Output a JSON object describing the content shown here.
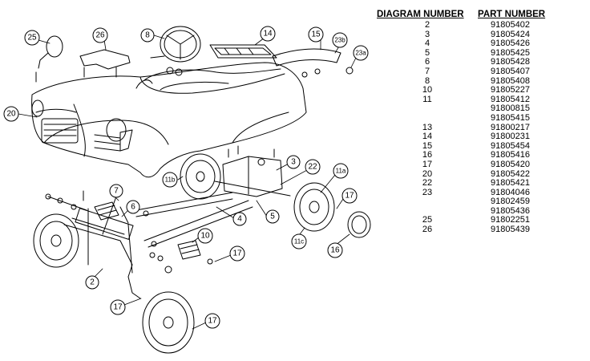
{
  "table": {
    "headers": {
      "diagram": "DIAGRAM  NUMBER",
      "part": "PART NUMBER"
    },
    "rows": [
      {
        "diagram": "2",
        "part": "91805402"
      },
      {
        "diagram": "3",
        "part": "91805424"
      },
      {
        "diagram": "4",
        "part": "91805426"
      },
      {
        "diagram": "5",
        "part": "91805425"
      },
      {
        "diagram": "6",
        "part": "91805428"
      },
      {
        "diagram": "7",
        "part": "91805407"
      },
      {
        "diagram": "8",
        "part": "91805408"
      },
      {
        "diagram": "10",
        "part": "91805227"
      },
      {
        "diagram": "11",
        "part": "91805412"
      },
      {
        "diagram": "",
        "part": "91800815"
      },
      {
        "diagram": "",
        "part": "91805415"
      },
      {
        "diagram": "13",
        "part": "91800217"
      },
      {
        "diagram": "14",
        "part": "91800231"
      },
      {
        "diagram": "15",
        "part": "91805454"
      },
      {
        "diagram": "16",
        "part": "91805416"
      },
      {
        "diagram": "17",
        "part": "91805420"
      },
      {
        "diagram": "20",
        "part": "91805422"
      },
      {
        "diagram": "22",
        "part": "91805421"
      },
      {
        "diagram": "23",
        "part": "91804046"
      },
      {
        "diagram": "",
        "part": "91802459"
      },
      {
        "diagram": "",
        "part": "91805436"
      },
      {
        "diagram": "25",
        "part": "91802251"
      },
      {
        "diagram": "26",
        "part": "91805439"
      }
    ]
  },
  "callouts": {
    "c25": "25",
    "c26": "26",
    "c8": "8",
    "c14": "14",
    "c15": "15",
    "c23b": "23b",
    "c23a": "23a",
    "c20": "20",
    "c3": "3",
    "c22": "22",
    "c11b": "11b",
    "c11a": "11a",
    "c17a": "17",
    "c7": "7",
    "c6": "6",
    "c4": "4",
    "c5": "5",
    "c10": "10",
    "c17b": "17",
    "c11c": "11c",
    "c16": "16",
    "c2": "2",
    "c17c": "17",
    "c17d": "17"
  }
}
